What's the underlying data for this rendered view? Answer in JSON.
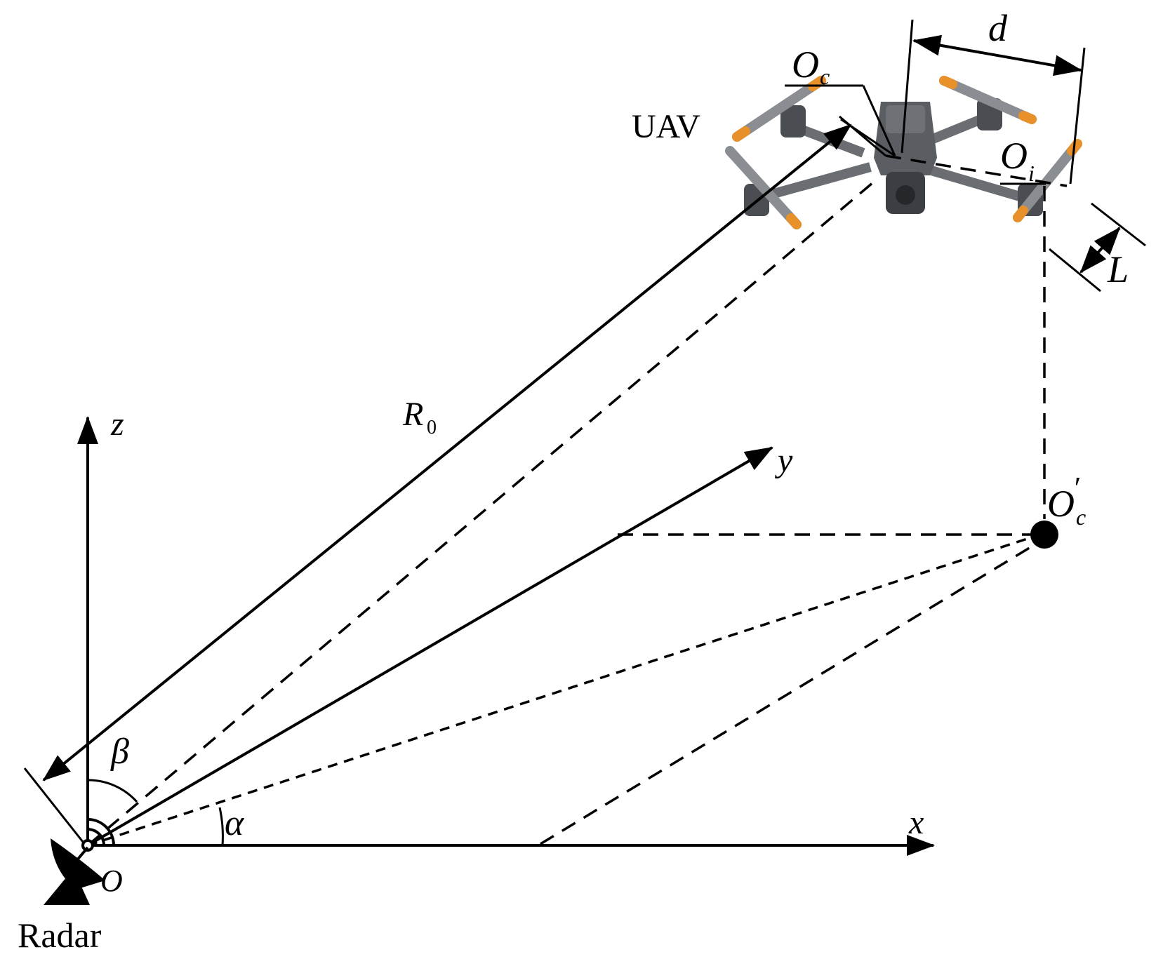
{
  "labels": {
    "z_axis": "z",
    "y_axis": "y",
    "x_axis": "x",
    "origin": "O",
    "radar": "Radar",
    "uav": "UAV",
    "range": "R",
    "range_sub": "0",
    "beta": "β",
    "alpha": "α",
    "center": "O",
    "center_sub": "c",
    "proj": "O",
    "proj_prime": "′",
    "proj_sub": "c",
    "rotor": "O",
    "rotor_sub": "i",
    "spacing": "d",
    "blade_length": "L"
  },
  "icons": {
    "radar": "radar-dish-icon",
    "uav": "quadcopter-drone-icon"
  },
  "colors": {
    "ink": "#000000",
    "drone_body": "#5a5d62",
    "drone_dark": "#3b3e43",
    "propeller_tip": "#e8902a"
  }
}
